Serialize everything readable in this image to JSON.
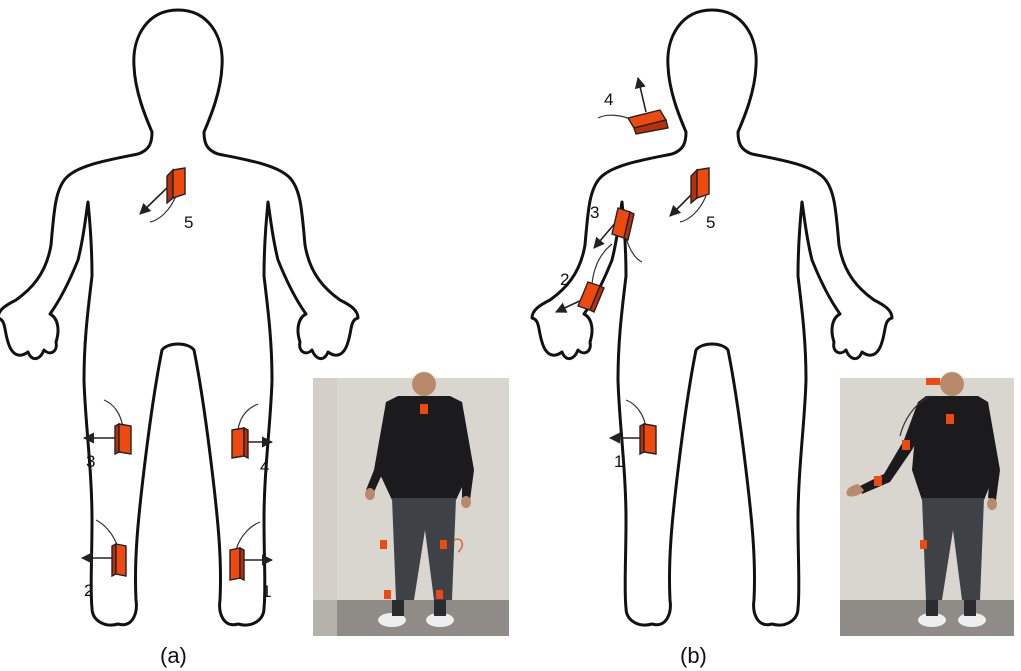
{
  "panels": [
    {
      "id": "a",
      "caption": "(a)",
      "sensors": [
        {
          "label": "1"
        },
        {
          "label": "2"
        },
        {
          "label": "3"
        },
        {
          "label": "4"
        },
        {
          "label": "5"
        }
      ],
      "photo_subject": "person wearing sensors on both legs and chest"
    },
    {
      "id": "b",
      "caption": "(b)",
      "sensors": [
        {
          "label": "1"
        },
        {
          "label": "2"
        },
        {
          "label": "3"
        },
        {
          "label": "4"
        },
        {
          "label": "5"
        }
      ],
      "photo_subject": "person wearing sensors on right arm, shoulder, chest and leg"
    }
  ],
  "colors": {
    "sensor": "#ee4a10",
    "sensor_shade": "#b8300a",
    "outline": "#111111",
    "photo_wall": "#d9d5cf",
    "photo_floor": "#8f8c88",
    "shirt": "#1b1b1d",
    "jeans": "#3e4146"
  }
}
